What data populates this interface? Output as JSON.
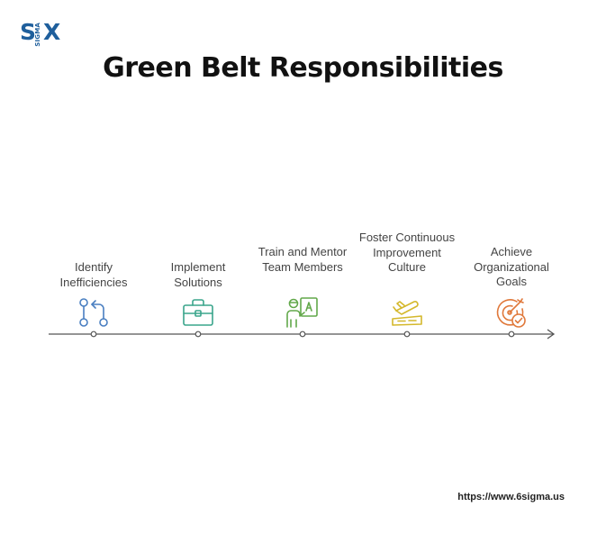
{
  "logo": {
    "letter_s": "S",
    "letter_x": "X",
    "sigma_text": "SIGMA"
  },
  "title": "Green Belt Responsibilities",
  "steps": [
    {
      "label": "Identify Inefficiencies",
      "icon": "branch-arrows-icon",
      "color": "#4a7fc1"
    },
    {
      "label": "Implement Solutions",
      "icon": "briefcase-icon",
      "color": "#3aa58c"
    },
    {
      "label": "Train and Mentor Team Members",
      "icon": "teacher-board-icon",
      "color": "#62a84a"
    },
    {
      "label": "Foster Continuous Improvement Culture",
      "icon": "airplane-takeoff-icon",
      "color": "#d4b82c"
    },
    {
      "label": "Achieve Organizational Goals",
      "icon": "target-check-icon",
      "color": "#e0783a"
    }
  ],
  "footer": {
    "url": "https://www.6sigma.us"
  }
}
